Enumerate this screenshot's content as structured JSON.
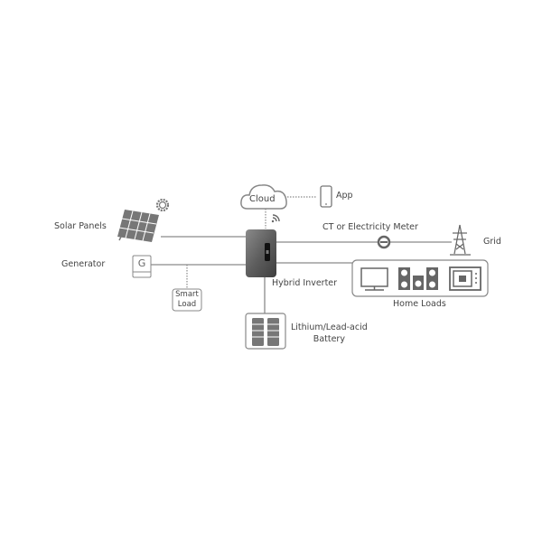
{
  "labels": {
    "solar_panels": "Solar Panels",
    "generator": "Generator",
    "generator_symbol": "G",
    "smart_load_line1": "Smart",
    "smart_load_line2": "Load",
    "cloud": "Cloud",
    "app": "App",
    "meter": "CT or Electricity Meter",
    "grid": "Grid",
    "inverter": "Hybrid Inverter",
    "home_loads": "Home Loads",
    "battery_line1": "Lithium/Lead-acid",
    "battery_line2": "Battery"
  },
  "colors": {
    "line": "#8a8a8a",
    "text": "#444444",
    "inverter": "#5a5a5a",
    "icon": "#6b6b6b"
  }
}
